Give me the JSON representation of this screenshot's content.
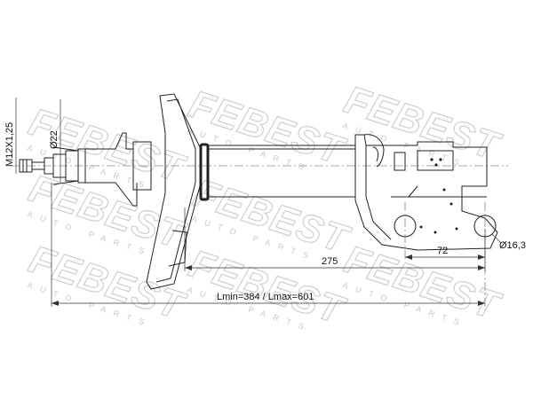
{
  "watermark": {
    "brand": "FEBEST",
    "tagline": "AUTO PARTS"
  },
  "dimensions": {
    "thread": "M12X1,25",
    "rod_diameter": "Ø22",
    "body_length": "275",
    "hole_spacing": "72",
    "hole_diameter": "Ø16,3",
    "length_range": "Lmin=384 / Lmax=601"
  }
}
